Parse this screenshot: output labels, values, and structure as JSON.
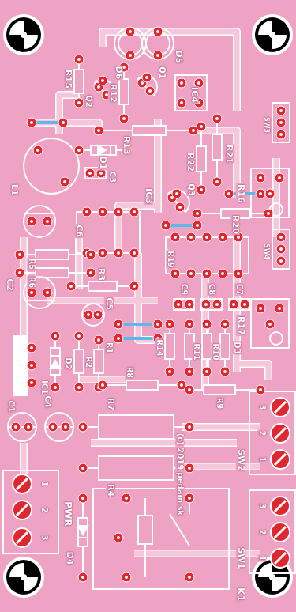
{
  "diagram": {
    "labels": [
      "D6",
      "D5",
      "R15",
      "Q2",
      "R12",
      "Q1",
      "IC4",
      "SW3",
      "R13",
      "D1",
      "L1",
      "C3",
      "R22",
      "R21",
      "Q3",
      "R16",
      "C6",
      "IC3",
      "R5",
      "R6",
      "R3",
      "R20",
      "R19",
      "SW4",
      "C2",
      "C9",
      "C8",
      "C7",
      "R17",
      "C5",
      "R1",
      "R14",
      "R11",
      "R10",
      "D3",
      "D2",
      "R2",
      "IC1",
      "C1",
      "C4",
      "R8",
      "R9",
      "R7",
      "R4",
      "(c) 2019 pedam.sk",
      "SW2",
      "3",
      "2",
      "1",
      "SW1",
      "3",
      "2",
      "1",
      "PWR",
      "1",
      "2",
      "3",
      "D4",
      "K1"
    ]
  }
}
